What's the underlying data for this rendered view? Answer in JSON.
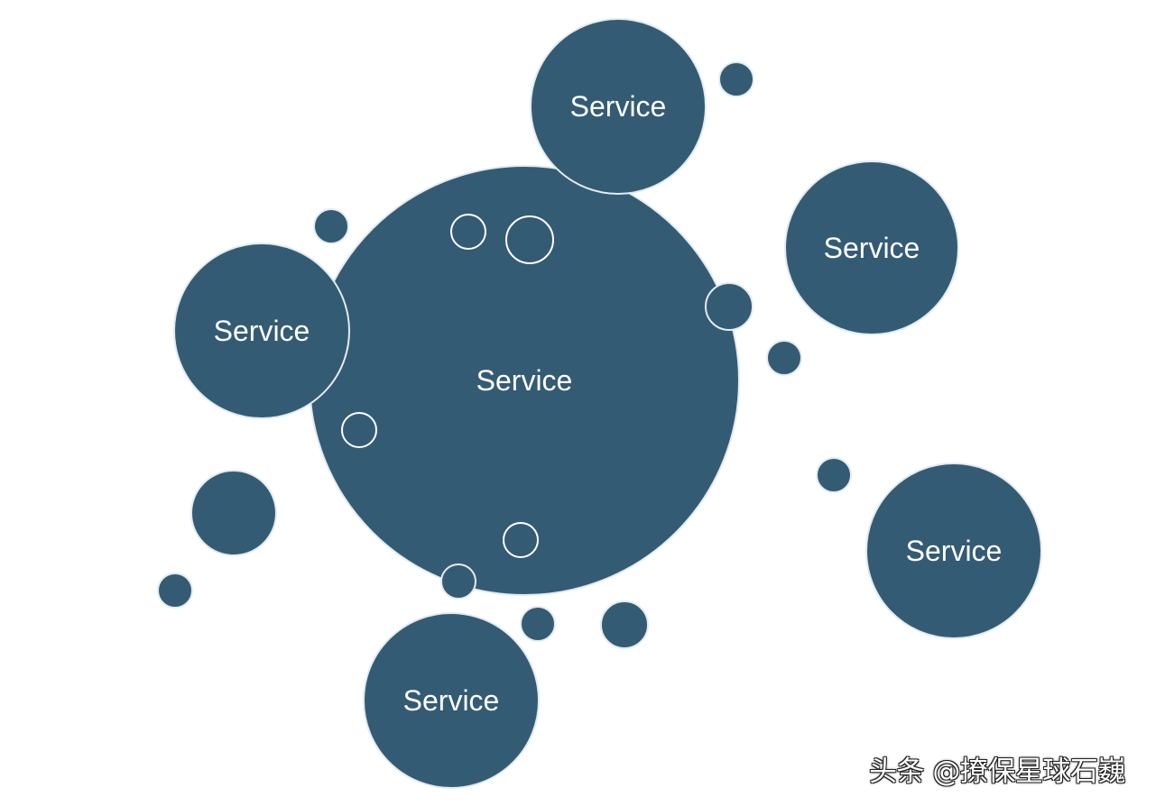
{
  "colors": {
    "circle_fill": "#345b74",
    "circle_stroke": "#e3ebf0",
    "hole_stroke": "#ffffff",
    "label": "#ffffff",
    "background": "#ffffff"
  },
  "services": {
    "main": {
      "label": "Service"
    },
    "top": {
      "label": "Service"
    },
    "upper_right": {
      "label": "Service"
    },
    "left": {
      "label": "Service"
    },
    "lower_right": {
      "label": "Service"
    },
    "bottom": {
      "label": "Service"
    }
  },
  "watermark": {
    "text": "头条 @撩保星球石巍"
  }
}
